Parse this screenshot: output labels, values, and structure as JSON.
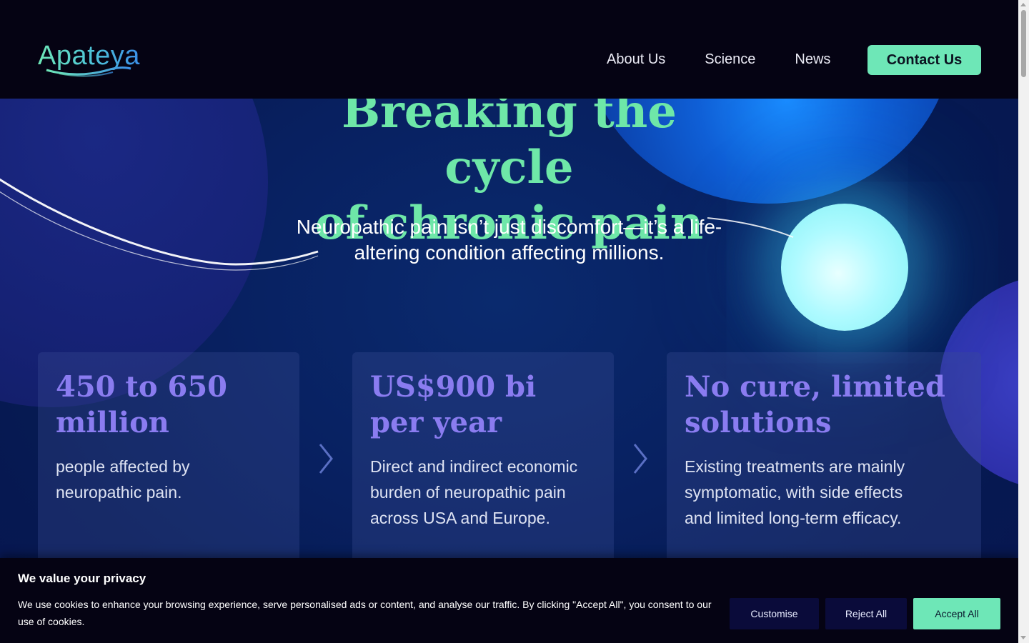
{
  "header": {
    "logo_text": "Apateya",
    "nav": [
      {
        "label": "About Us"
      },
      {
        "label": "Science"
      },
      {
        "label": "News"
      }
    ],
    "contact_label": "Contact Us"
  },
  "hero": {
    "headline_line1": "Breaking the cycle",
    "headline_line2": "of chronic pain",
    "subhead": "Neuropathic pain isn’t just discomfort—it’s a life-altering condition affecting millions."
  },
  "stats": [
    {
      "title": "450 to 650\nmillion",
      "text": "people affected by\nneuropathic pain."
    },
    {
      "title": "US$900 bi\nper year",
      "text": "Direct and indirect economic\nburden of neuropathic pain\nacross USA and Europe."
    },
    {
      "title": "No cure, limited\nsolutions",
      "text": "Existing treatments are mainly\nsymptomatic, with side effects\nand limited long-term efficacy."
    }
  ],
  "cookie": {
    "title": "We value your privacy",
    "text": "We use cookies to enhance your browsing experience, serve personalised ads or content, and analyse our traffic. By clicking \"Accept All\", you consent to our use of cookies.",
    "customise_label": "Customise",
    "reject_label": "Reject All",
    "accept_label": "Accept All"
  },
  "colors": {
    "accent_green": "#6ee7b7",
    "headline_green": "#6ee7a8",
    "stat_purple": "#8a7cf0",
    "header_bg": "#050313",
    "hero_blue": "#082060"
  },
  "icons": {
    "chevron": "chevron-right-icon"
  }
}
